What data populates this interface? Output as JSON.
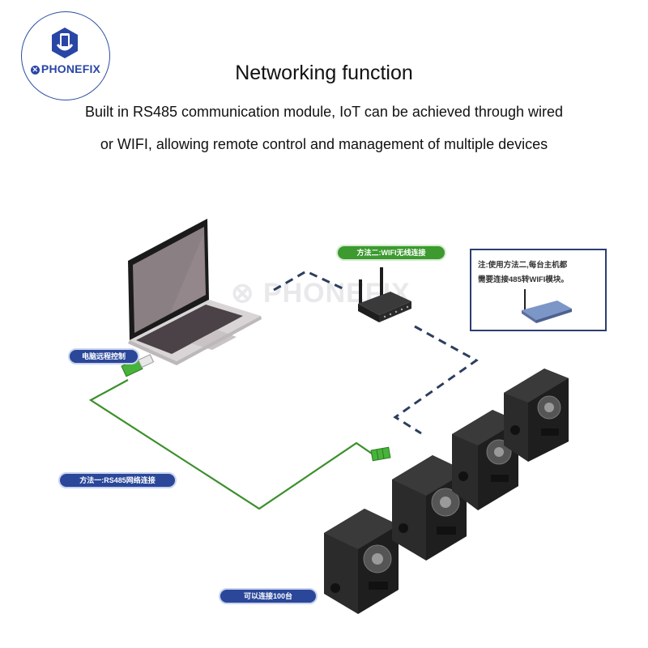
{
  "logo": {
    "brand": "PHONEFIX",
    "mark_icon": "phone-wrench-hexagon-icon",
    "badge_icon": "x-circle-icon",
    "accent": "#2946a6"
  },
  "header": {
    "title": "Networking function",
    "subtitle_line1": "Built in RS485 communication module, IoT can be achieved through wired",
    "subtitle_line2": "or WIFI, allowing remote control and management of multiple devices"
  },
  "diagram": {
    "watermark": "PHONEFIX",
    "labels": {
      "wifi_method": "方法二:WIFI无线连接",
      "pc_remote_control": "电脑远程控制",
      "rs485_method": "方法一:RS485网络连接",
      "max_devices": "可以连接100台"
    },
    "note": {
      "line1": "注:使用方法二,每台主机都",
      "line2": "需要连接485转WIFI模块。",
      "icon": "wifi-module-icon"
    },
    "nodes": [
      {
        "name": "laptop",
        "icon": "laptop-icon"
      },
      {
        "name": "router",
        "icon": "wifi-router-icon"
      },
      {
        "name": "usb-adapter",
        "icon": "usb-rs485-adapter-icon"
      },
      {
        "name": "rs485-connector",
        "icon": "rs485-connector-icon"
      },
      {
        "name": "device-1",
        "icon": "ionizer-fan-device-icon"
      },
      {
        "name": "device-2",
        "icon": "ionizer-fan-device-icon"
      },
      {
        "name": "device-3",
        "icon": "ionizer-fan-device-icon"
      },
      {
        "name": "device-4",
        "icon": "ionizer-fan-device-icon"
      }
    ],
    "connections": [
      {
        "from": "laptop",
        "to": "router",
        "type": "wifi",
        "style": "dashed"
      },
      {
        "from": "router",
        "to": "device-2",
        "type": "wifi",
        "style": "dashed"
      },
      {
        "from": "usb-adapter",
        "to": "rs485-connector",
        "type": "rs485",
        "style": "solid"
      }
    ],
    "colors": {
      "wired": "#3c8f2c",
      "wireless": "#2c3e5e",
      "label_green": "#3c9a2f",
      "label_blue": "#2a4799"
    }
  }
}
